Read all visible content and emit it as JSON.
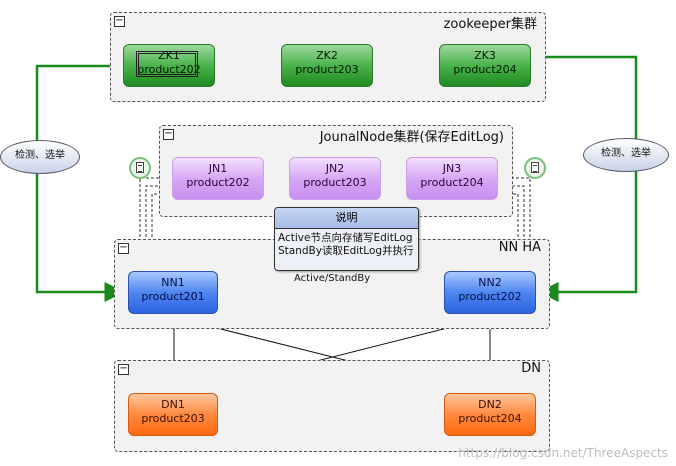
{
  "groups": {
    "zookeeper": "zookeeper集群",
    "journal": "JounalNode集群(保存EditLog)",
    "nnha": "NN HA",
    "dn": "DN",
    "collapse_symbol": "−"
  },
  "zk_nodes": [
    {
      "name": "ZK1",
      "host": "product202"
    },
    {
      "name": "ZK2",
      "host": "product203"
    },
    {
      "name": "ZK3",
      "host": "product204"
    }
  ],
  "jn_nodes": [
    {
      "name": "JN1",
      "host": "product202"
    },
    {
      "name": "JN2",
      "host": "product203"
    },
    {
      "name": "JN3",
      "host": "product204"
    }
  ],
  "nn_nodes": [
    {
      "name": "NN1",
      "host": "product201"
    },
    {
      "name": "NN2",
      "host": "product202"
    }
  ],
  "dn_nodes": [
    {
      "name": "DN1",
      "host": "product203"
    },
    {
      "name": "DN2",
      "host": "product204"
    }
  ],
  "ellipses": {
    "left": "检测、选举",
    "right": "检测、选举"
  },
  "note": {
    "title": "说明",
    "line1": "Active节点向存储写EditLog",
    "line2": "StandBy读取EditLog并执行"
  },
  "edge_label": "Active/StandBy",
  "watermark": "https://blog.csdn.net/ThreeAspects",
  "colors": {
    "zk_green": "#1e8a1e",
    "jn_purple": "#c78ef0",
    "nn_blue": "#2c63e0",
    "dn_orange": "#ff6a10",
    "wire_green": "#1a8a1a"
  }
}
